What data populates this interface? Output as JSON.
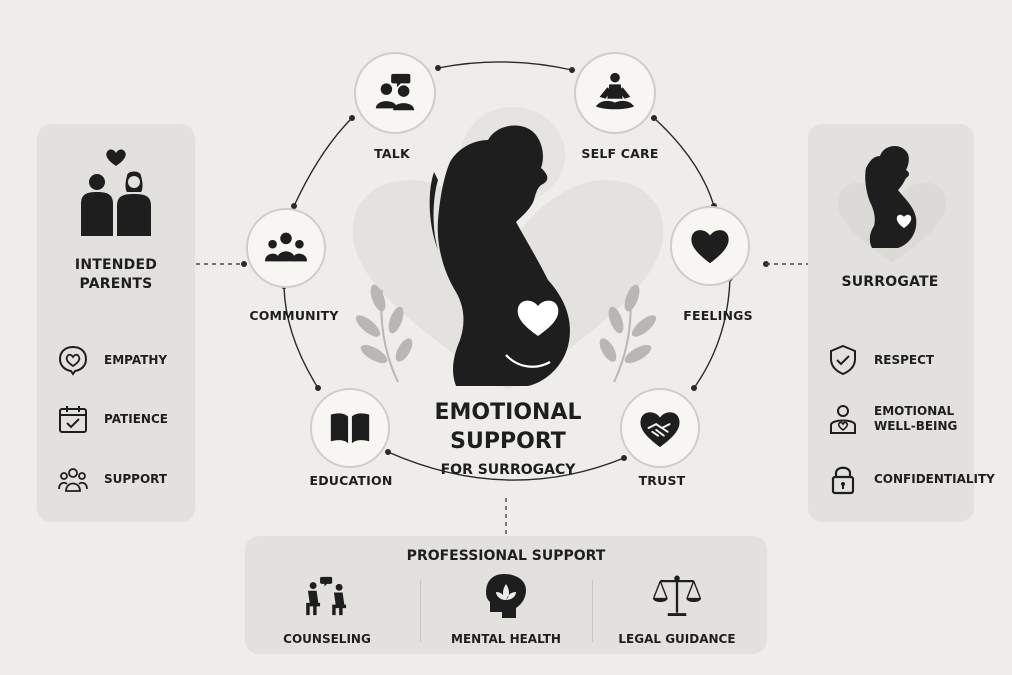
{
  "title": {
    "line1": "EMOTIONAL",
    "line2": "SUPPORT",
    "subtitle": "FOR SURROGACY"
  },
  "ring": [
    {
      "label": "TALK",
      "icon": "people-chat-icon"
    },
    {
      "label": "SELF CARE",
      "icon": "meditation-icon"
    },
    {
      "label": "FEELINGS",
      "icon": "heart-icon"
    },
    {
      "label": "TRUST",
      "icon": "handshake-heart-icon"
    },
    {
      "label": "EDUCATION",
      "icon": "open-book-icon"
    },
    {
      "label": "COMMUNITY",
      "icon": "group-icon"
    }
  ],
  "intended_parents": {
    "title_line1": "INTENDED",
    "title_line2": "PARENTS",
    "icon": "couple-heart-icon",
    "items": [
      {
        "label": "EMPATHY",
        "icon": "heart-bubble-icon"
      },
      {
        "label": "PATIENCE",
        "icon": "calendar-check-icon"
      },
      {
        "label": "SUPPORT",
        "icon": "group-outline-icon"
      }
    ]
  },
  "surrogate": {
    "title": "SURROGATE",
    "icon": "pregnant-woman-icon",
    "items": [
      {
        "label": "RESPECT",
        "icon": "shield-check-icon"
      },
      {
        "label_line1": "EMOTIONAL",
        "label_line2": "WELL-BEING",
        "icon": "person-heart-icon"
      },
      {
        "label": "CONFIDENTIALITY",
        "icon": "lock-icon"
      }
    ]
  },
  "professional": {
    "title": "PROFESSIONAL SUPPORT",
    "items": [
      {
        "label": "COUNSELING",
        "icon": "counseling-icon"
      },
      {
        "label": "MENTAL HEALTH",
        "icon": "mind-lotus-icon"
      },
      {
        "label": "LEGAL GUIDANCE",
        "icon": "scales-icon"
      }
    ]
  },
  "colors": {
    "background": "#efedea",
    "panel": "#e3e1de",
    "ink": "#1e1e1e",
    "accent_heart": "#d9d6d2"
  }
}
